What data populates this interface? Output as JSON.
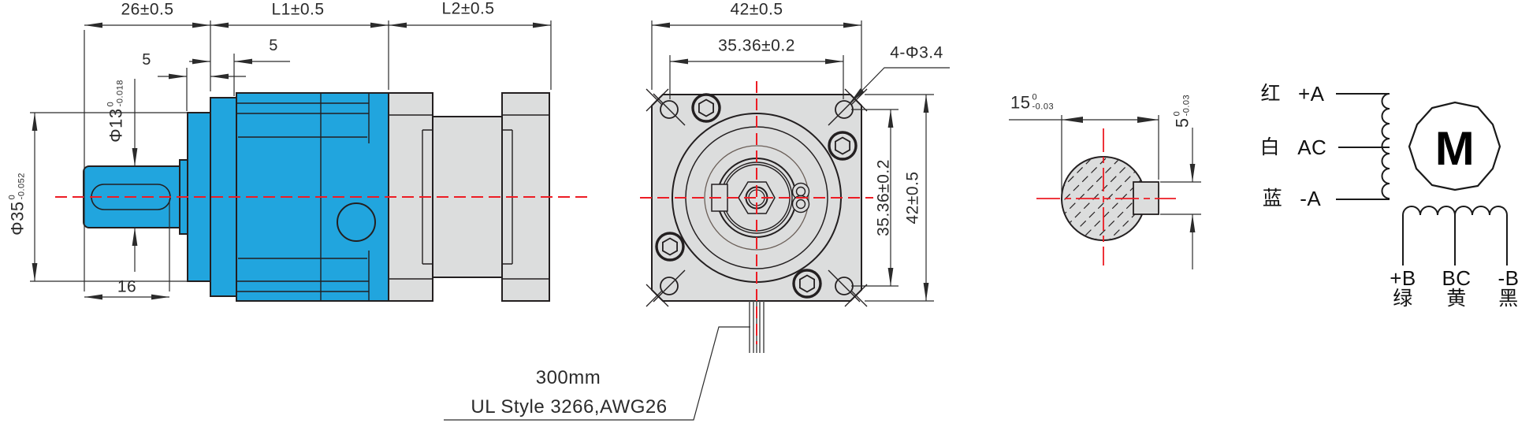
{
  "side_view": {
    "dim_top_1": "26±0.5",
    "dim_top_2": "L1±0.5",
    "dim_top_3": "L2±0.5",
    "dim_step_1": "5",
    "dim_step_2": "5",
    "dim_shaft_len": "16",
    "dia_shaft": {
      "base": "Φ13",
      "tol_upper": "0",
      "tol_lower": "-0.018"
    },
    "dia_boss": {
      "base": "Φ35",
      "tol_upper": "0",
      "tol_lower": "-0.052"
    }
  },
  "front_view": {
    "dim_width": "42±0.5",
    "dim_hole_spacing_h": "35.36±0.2",
    "holes_label": "4-Φ3.4",
    "dim_hole_spacing_v": "35.36±0.2",
    "dim_height": "42±0.5",
    "cable_length": "300mm",
    "cable_spec": "UL Style 3266,AWG26"
  },
  "shaft_section": {
    "dim_across": {
      "base": "15",
      "tol_upper": "0",
      "tol_lower": "-0.03"
    },
    "dim_key": {
      "base": "5",
      "tol_upper": "0",
      "tol_lower": "-0.03"
    }
  },
  "wiring": {
    "motor_symbol": "M",
    "leads_a": [
      {
        "color": "红",
        "terminal": "+A"
      },
      {
        "color": "白",
        "terminal": "AC"
      },
      {
        "color": "蓝",
        "terminal": "-A"
      }
    ],
    "leads_b": [
      {
        "terminal": "+B",
        "color": "绿"
      },
      {
        "terminal": "BC",
        "color": "黄"
      },
      {
        "terminal": "-B",
        "color": "黑"
      }
    ]
  },
  "colors": {
    "gearbox_blue": "#21A5DE",
    "body_gray": "#DCDDDD",
    "centerline_red": "#ED1C24",
    "outline_dark": "#231F20",
    "dim_gray": "#2B2B2B"
  }
}
